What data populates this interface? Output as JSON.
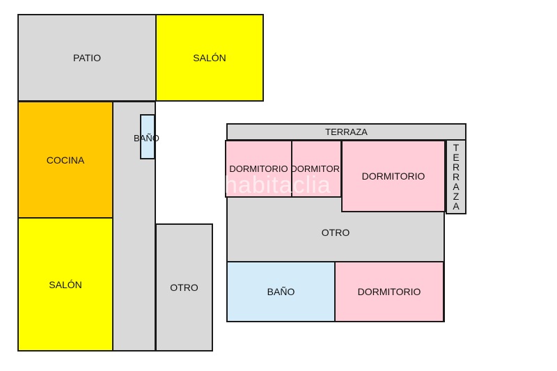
{
  "left_plan": {
    "patio": "PATIO",
    "salon_top": "SALÓN",
    "bano": "BAÑO",
    "cocina": "COCINA",
    "salon_bottom": "SALÓN",
    "otro": "OTRO"
  },
  "right_plan": {
    "terraza_top": "TERRAZA",
    "dormitorio_1": "DORMITORIO",
    "dormitorio_2": "DORMITORI",
    "dormitorio_3": "DORMITORIO",
    "terraza_side": [
      "T",
      "E",
      "R",
      "R",
      "A",
      "Z",
      "A"
    ],
    "otro": "OTRO",
    "bano": "BAÑO",
    "dormitorio_4": "DORMITORIO"
  },
  "watermark": "habitaclia",
  "colors": {
    "gray": "#d9d9d9",
    "yellow": "#ffff00",
    "orange": "#ffc800",
    "pink": "#ffcdd7",
    "light_blue": "#d4ecfa",
    "wall": "#1a1a1a"
  }
}
